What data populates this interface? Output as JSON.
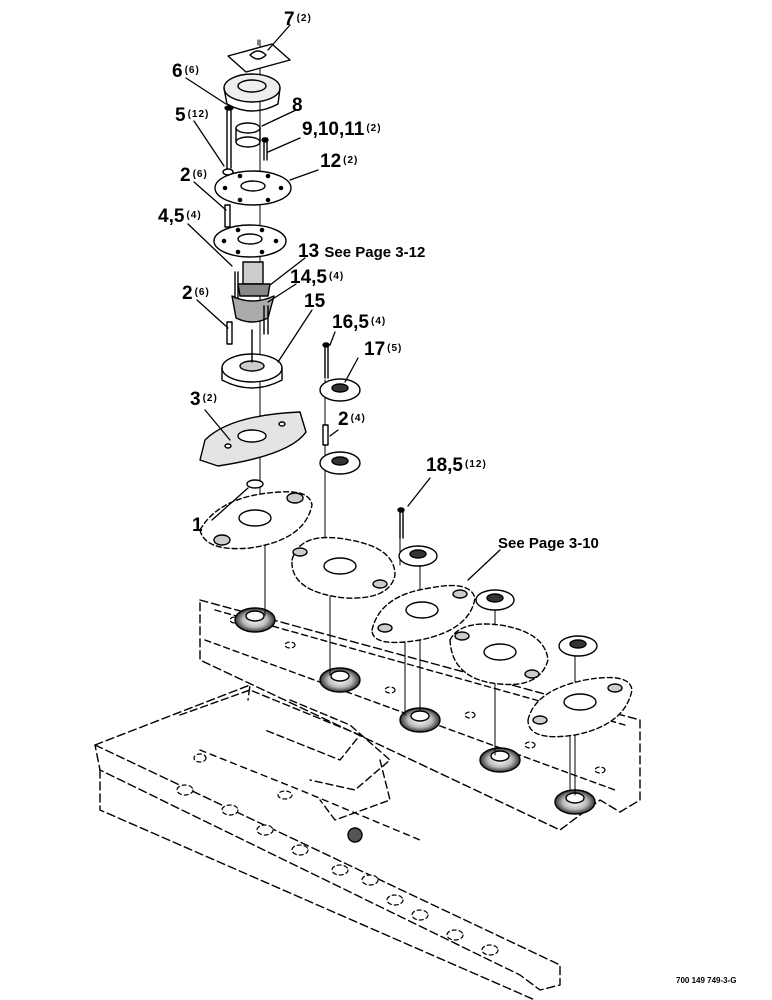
{
  "callouts": [
    {
      "id": "c7",
      "num": "7",
      "qty": "(2)",
      "note": ""
    },
    {
      "id": "c6",
      "num": "6",
      "qty": "(6)",
      "note": ""
    },
    {
      "id": "c8",
      "num": "8",
      "qty": "",
      "note": ""
    },
    {
      "id": "c5",
      "num": "5",
      "qty": "(12)",
      "note": ""
    },
    {
      "id": "c91011",
      "num": "9,10,11",
      "qty": "(2)",
      "note": ""
    },
    {
      "id": "c2a",
      "num": "2",
      "qty": "(6)",
      "note": ""
    },
    {
      "id": "c12",
      "num": "12",
      "qty": "(2)",
      "note": ""
    },
    {
      "id": "c45",
      "num": "4,5",
      "qty": "(4)",
      "note": ""
    },
    {
      "id": "c13",
      "num": "13",
      "qty": "",
      "note": "See Page 3-12"
    },
    {
      "id": "c145",
      "num": "14,5",
      "qty": "(4)",
      "note": ""
    },
    {
      "id": "c2b",
      "num": "2",
      "qty": "(6)",
      "note": ""
    },
    {
      "id": "c15",
      "num": "15",
      "qty": "",
      "note": ""
    },
    {
      "id": "c165",
      "num": "16,5",
      "qty": "(4)",
      "note": ""
    },
    {
      "id": "c17",
      "num": "17",
      "qty": "(5)",
      "note": ""
    },
    {
      "id": "c3",
      "num": "3",
      "qty": "(2)",
      "note": ""
    },
    {
      "id": "c2c",
      "num": "2",
      "qty": "(4)",
      "note": ""
    },
    {
      "id": "c185",
      "num": "18,5",
      "qty": "(12)",
      "note": ""
    },
    {
      "id": "c1",
      "num": "1",
      "qty": "",
      "note": ""
    }
  ],
  "see_page_note": "See Page 3-10",
  "document_id": "700 149 749-3-G"
}
